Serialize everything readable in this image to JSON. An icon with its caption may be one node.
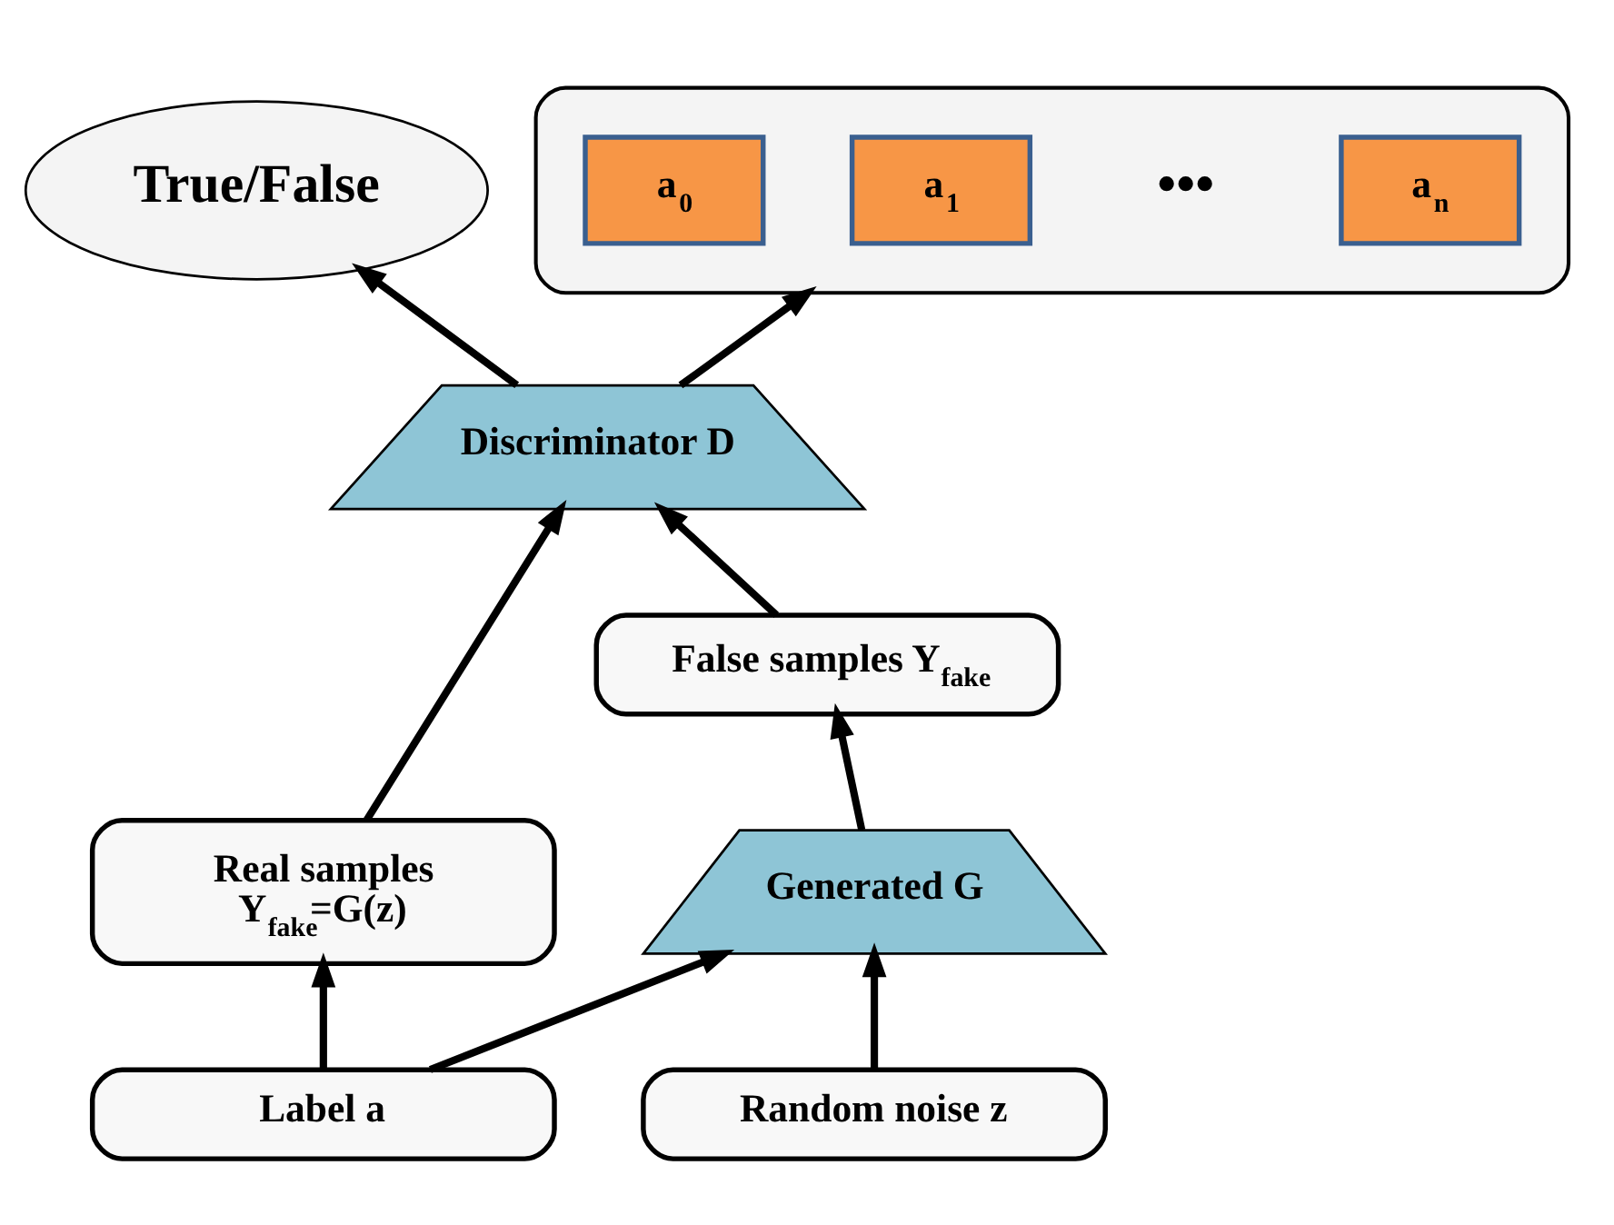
{
  "diagram": {
    "nodes": [
      {
        "text": [
          "True/False"
        ]
      },
      {
        "text": [],
        "shape": "ellipse"
      },
      {
        "text": [
          "a$_{0}$"
        ],
        "in": 1
      },
      {
        "text": [
          "a$_{1}$"
        ],
        "in": 1
      },
      {
        "text": [
          "a$_{n}$"
        ],
        "in": 1
      },
      {
        "text": [
          "Discriminator D"
        ]
      },
      {
        "text": [
          "Real samples",
          "Y$_{fake}$=G(z)"
        ]
      },
      {
        "text": [
          "False samples Y$_{fake}$"
        ]
      },
      {
        "text": [
          "Generated G"
        ]
      },
      {
        "text": [
          "Label a"
        ]
      },
      {
        "text": [
          "Random noise z"
        ]
      }
    ],
    "edges": [
      {
        "from": 5,
        "to": 0,
        "arrow": "to"
      },
      {
        "from": 5,
        "to": 1,
        "arrow": "to"
      },
      {
        "from": 6,
        "to": 5,
        "arrow": "to"
      },
      {
        "from": 7,
        "to": 5,
        "arrow": "to"
      },
      {
        "from": 8,
        "to": 7,
        "arrow": "to"
      },
      {
        "from": 9,
        "to": 6,
        "arrow": "to"
      },
      {
        "from": 9,
        "to": 8,
        "arrow": "to"
      },
      {
        "from": 10,
        "to": 8,
        "arrow": "to"
      }
    ],
    "labels": [
      "•••"
    ]
  }
}
